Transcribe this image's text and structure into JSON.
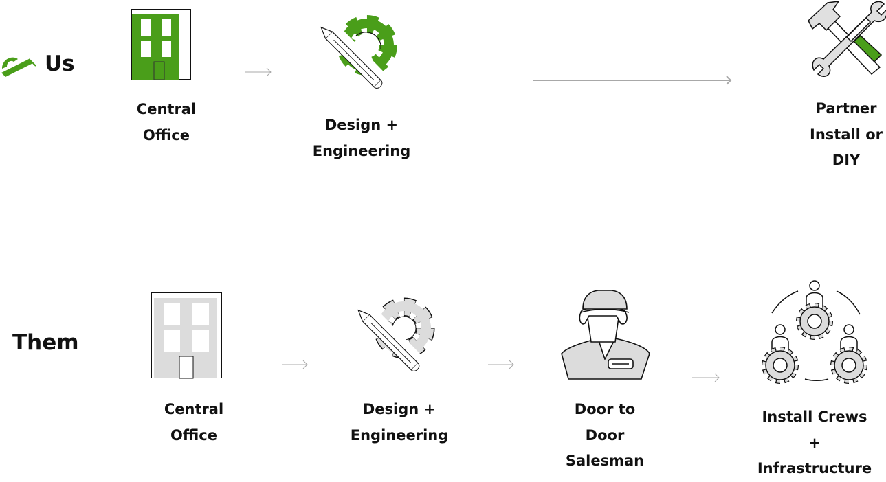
{
  "colors": {
    "accent": "#4a9e1a",
    "neutral": "#dcdcdc",
    "stroke": "#111111",
    "arrow": "#a8a8a8"
  },
  "us": {
    "title": "Us",
    "logo_icon": "house-logo-icon",
    "steps": [
      {
        "icon": "building-icon",
        "lines": [
          "Central",
          "Office"
        ]
      },
      {
        "icon": "gear-pencil-icon",
        "lines": [
          "Design +",
          "Engineering"
        ]
      },
      {
        "icon": "hammer-wrench-icon",
        "lines": [
          "Partner",
          "Install or",
          "DIY"
        ]
      }
    ]
  },
  "them": {
    "title": "Them",
    "steps": [
      {
        "icon": "building-icon",
        "lines": [
          "Central",
          "Office"
        ]
      },
      {
        "icon": "gear-pencil-icon",
        "lines": [
          "Design +",
          "Engineering"
        ]
      },
      {
        "icon": "salesman-icon",
        "lines": [
          "Door to",
          "Door",
          "Salesman"
        ]
      },
      {
        "icon": "crew-gears-icon",
        "lines": [
          "Install Crews",
          "+",
          "Infrastructure"
        ]
      }
    ]
  }
}
